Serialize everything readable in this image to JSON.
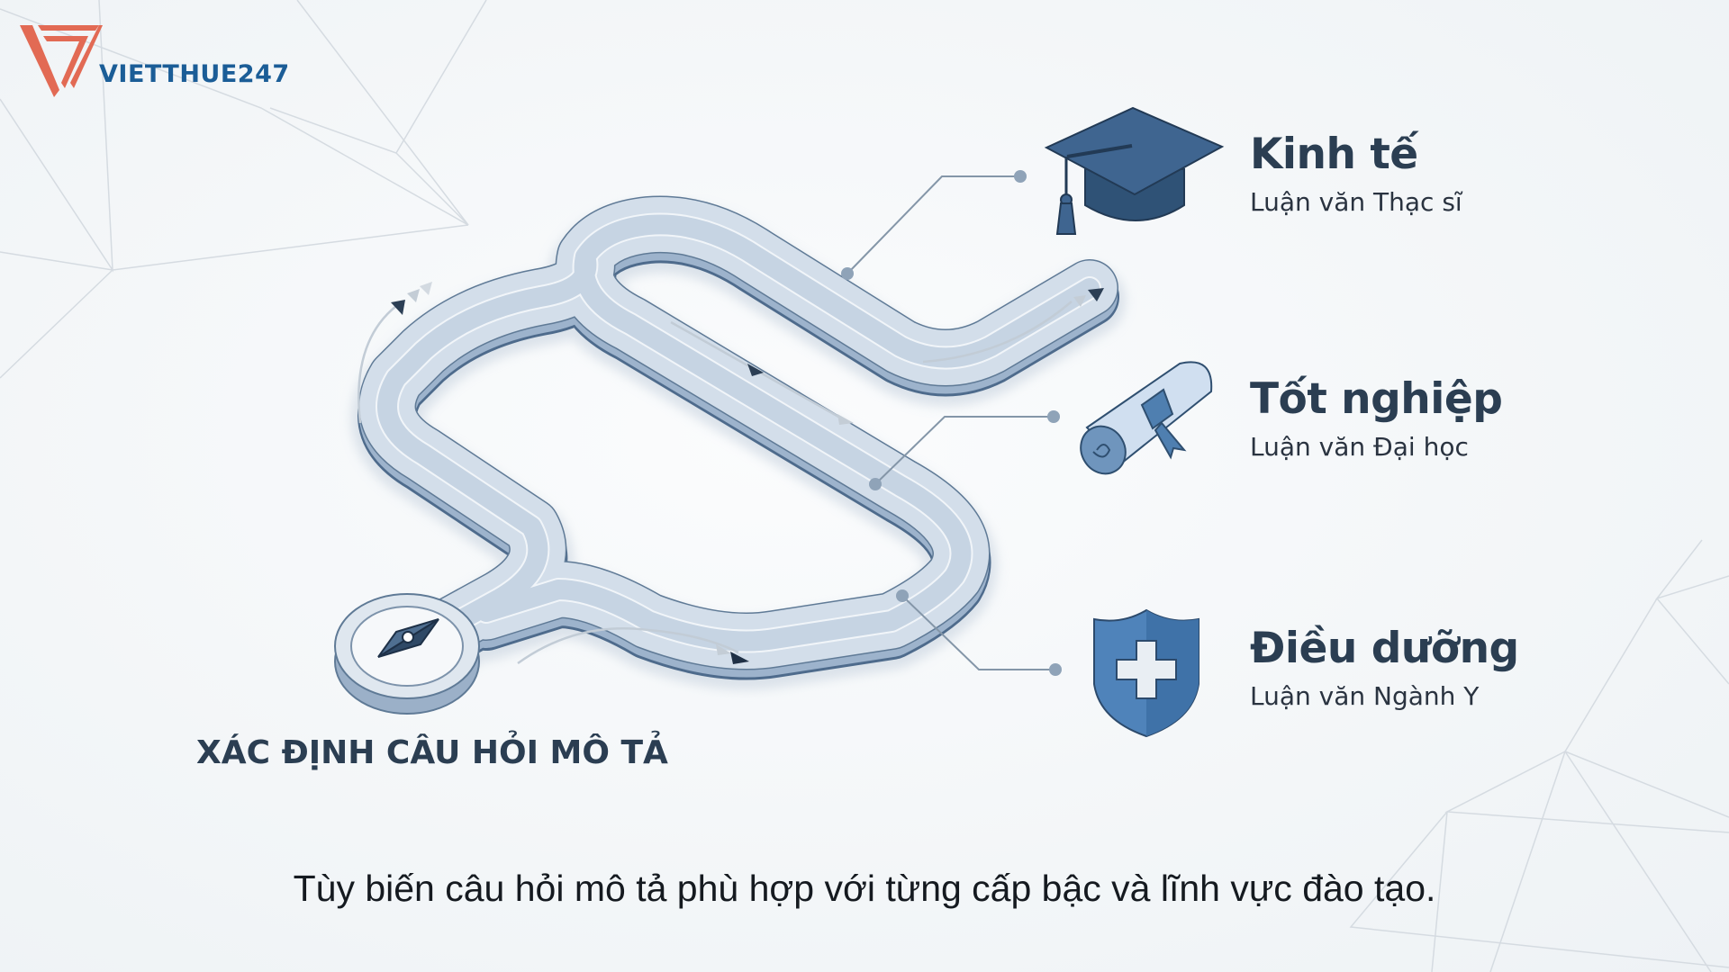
{
  "brand": {
    "name": "VIETTHUE247",
    "mark_color": "#e26a54",
    "text_color": "#1b5d97"
  },
  "diagram": {
    "start_label": "XÁC ĐỊNH CÂU HỎI MÔ TẢ",
    "start_icon": "compass-icon",
    "destinations": [
      {
        "title": "Kinh tế",
        "subtitle": "Luận văn Thạc sĩ",
        "icon": "graduation-cap-icon"
      },
      {
        "title": "Tốt nghiệp",
        "subtitle": "Luận văn Đại học",
        "icon": "diploma-scroll-icon"
      },
      {
        "title": "Điều dưỡng",
        "subtitle": "Luận văn Ngành Y",
        "icon": "medical-shield-icon"
      }
    ]
  },
  "caption": "Tùy biến câu hỏi mô tả phù hợp với từng cấp bậc và lĩnh vực đào tạo.",
  "colors": {
    "title": "#2b3e52",
    "road_top": "#d3deea",
    "road_side": "#8fa9c6",
    "icon_dark": "#2f5276",
    "icon_mid": "#4f7fb0",
    "connector": "#8496a8"
  }
}
